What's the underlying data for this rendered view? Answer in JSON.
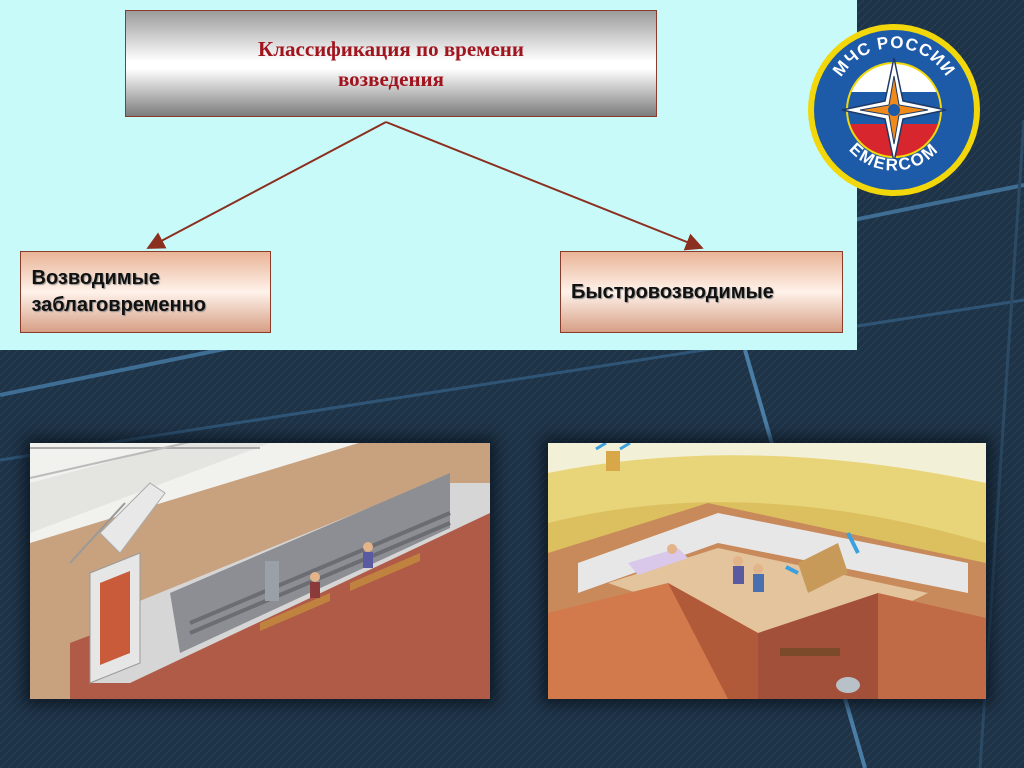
{
  "diagram": {
    "root": "Классификация по времени возведения",
    "children": [
      {
        "label": "Возводимые заблаговременно"
      },
      {
        "label": "Быстровозводимые"
      }
    ]
  },
  "emblem": {
    "top_text": "МЧС РОССИИ",
    "bottom_text": "EMERCOM"
  },
  "colors": {
    "panel": "#c9fafa",
    "title_text": "#a0141e",
    "arrow": "#8b2f1f",
    "background": "#1e3246"
  },
  "images": {
    "left": "cutaway-prebuilt-shelter",
    "right": "cutaway-quick-build-shelter"
  }
}
